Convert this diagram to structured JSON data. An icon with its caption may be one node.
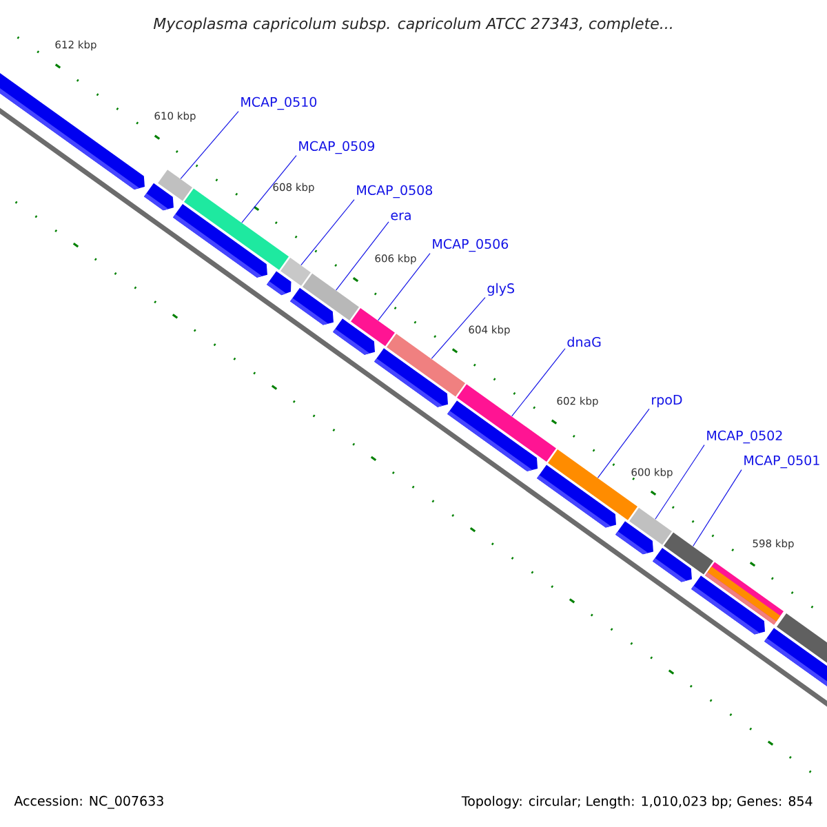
{
  "diagram": {
    "title": "Mycoplasma capricolum subsp. capricolum ATCC 27343, complete...",
    "nodes": [
      {
        "text": [
          "MCAP_0510"
        ]
      },
      {
        "text": [
          "MCAP_0509"
        ]
      },
      {
        "text": [
          "MCAP_0508"
        ]
      },
      {
        "text": [
          "era"
        ]
      },
      {
        "text": [
          "MCAP_0506"
        ]
      },
      {
        "text": [
          "glyS"
        ]
      },
      {
        "text": [
          "dnaG"
        ]
      },
      {
        "text": [
          "rpoD"
        ]
      },
      {
        "text": [
          "MCAP_0502"
        ]
      },
      {
        "text": [
          "MCAP_0501"
        ]
      },
      {
        "text": [],
        "shape": "bar"
      },
      {
        "text": [],
        "shape": "bar"
      },
      {
        "text": [],
        "shape": "bar"
      },
      {
        "text": [],
        "shape": "bar"
      },
      {
        "text": [],
        "shape": "bar"
      },
      {
        "text": [],
        "shape": "bar"
      },
      {
        "text": [],
        "shape": "bar"
      },
      {
        "text": [],
        "shape": "bar"
      },
      {
        "text": [],
        "shape": "bar"
      },
      {
        "text": [],
        "shape": "bar"
      }
    ],
    "edges": [
      {
        "from": 0,
        "to": 10,
        "arrow": "none"
      },
      {
        "from": 1,
        "to": 11,
        "arrow": "none"
      },
      {
        "from": 2,
        "to": 12,
        "arrow": "none"
      },
      {
        "from": 3,
        "to": 13,
        "arrow": "none"
      },
      {
        "from": 4,
        "to": 14,
        "arrow": "none"
      },
      {
        "from": 5,
        "to": 15,
        "arrow": "none"
      },
      {
        "from": 6,
        "to": 16,
        "arrow": "none"
      },
      {
        "from": 7,
        "to": 17,
        "arrow": "none"
      },
      {
        "from": 8,
        "to": 18,
        "arrow": "none"
      },
      {
        "from": 9,
        "to": 19,
        "arrow": "none"
      }
    ],
    "labels": [
      "612 kbp",
      "610 kbp",
      "608 kbp",
      "606 kbp",
      "604 kbp",
      "602 kbp",
      "600 kbp",
      "598 kbp",
      "Accession: NC_007633",
      "Topology: circular; Length: 1,010,023 bp; Genes: 854"
    ]
  }
}
